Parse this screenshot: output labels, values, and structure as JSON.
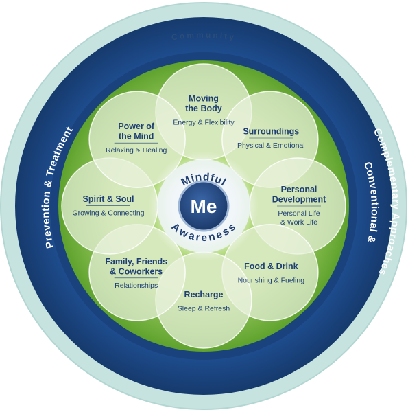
{
  "community_label": "Community",
  "left_ring_label": "Prevention & Treatment",
  "right_ring_label_1": "Conventional &",
  "right_ring_label_2": "Complementary Approaches",
  "center": {
    "label": "Me",
    "top_arc": "Mindful",
    "bottom_arc": "Awareness"
  },
  "petals": [
    {
      "id": "moving-the-body",
      "title": [
        "Moving",
        "the Body"
      ],
      "subtitle": [
        "Energy & Flexibility"
      ]
    },
    {
      "id": "surroundings",
      "title": [
        "Surroundings"
      ],
      "subtitle": [
        "Physical & Emotional"
      ]
    },
    {
      "id": "personal-development",
      "title": [
        "Personal",
        "Development"
      ],
      "subtitle": [
        "Personal Life",
        "& Work Life"
      ]
    },
    {
      "id": "food-and-drink",
      "title": [
        "Food & Drink"
      ],
      "subtitle": [
        "Nourishing & Fueling"
      ]
    },
    {
      "id": "recharge",
      "title": [
        "Recharge"
      ],
      "subtitle": [
        "Sleep & Refresh"
      ]
    },
    {
      "id": "family-friends-coworkers",
      "title": [
        "Family, Friends",
        "& Coworkers"
      ],
      "subtitle": [
        "Relationships"
      ]
    },
    {
      "id": "spirit-and-soul",
      "title": [
        "Spirit & Soul"
      ],
      "subtitle": [
        "Growing & Connecting"
      ]
    },
    {
      "id": "power-of-the-mind",
      "title": [
        "Power of",
        "the Mind"
      ],
      "subtitle": [
        "Relaxing & Healing"
      ]
    }
  ],
  "colors": {
    "outer_ring": "#c7e3e0",
    "blue_ring": "#1f4b8c",
    "blue_ring_dark": "#173a6e",
    "green_ring": "#7dbb3f",
    "petal_fill": "#e9f1dc",
    "petal_stroke": "#ffffff",
    "core": "#1f3f73",
    "text_dark": "#1f3f73"
  }
}
